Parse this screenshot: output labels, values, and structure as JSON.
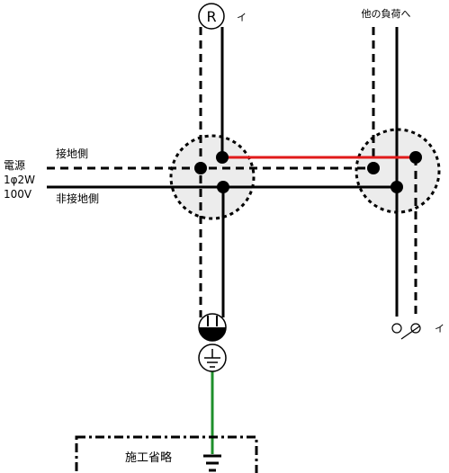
{
  "labels": {
    "lamp_symbol": "R",
    "switch_mark_top": "イ",
    "switch_mark_bottom": "イ",
    "other_loads": "他の負荷へ",
    "grounded_side": "接地側",
    "ungrounded_side": "非接地側",
    "power_source_title": "電源",
    "power_source_phase": "1φ2W",
    "power_source_voltage": "100V",
    "construction_omitted": "施工省略"
  },
  "colors": {
    "wire": "#000000",
    "connection_red": "#e11a1a",
    "earth_green": "#1f8f2b",
    "junction_box_fill": "#ececec"
  },
  "icons": {
    "lamp": "lamp-receptacle-icon",
    "outlet": "outlet-icon",
    "earth_terminal": "ground-terminal-icon",
    "earth_electrode": "ground-electrode-icon",
    "switch": "switch-icon"
  }
}
